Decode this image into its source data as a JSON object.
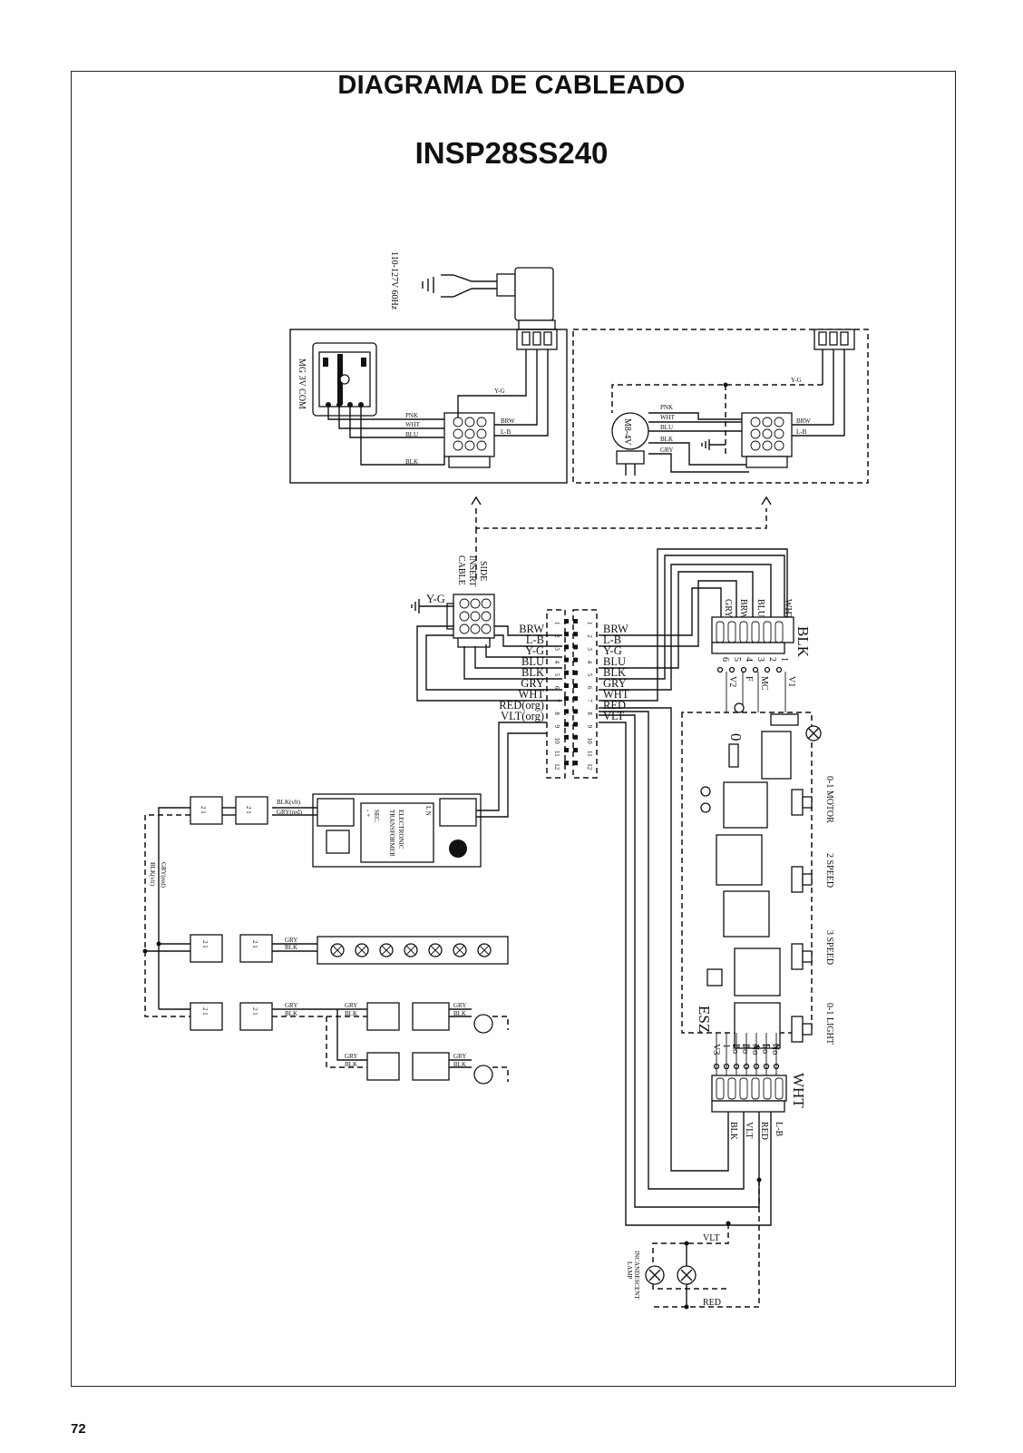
{
  "page": {
    "title": "DIAGRAMA DE CABLEADO",
    "model": "INSP28SS240",
    "page_number": "72"
  },
  "power": {
    "supply": "110-127V 60Hz",
    "ground_wire": "Y-G"
  },
  "motor_left": {
    "label": "MG 3V COM",
    "wires": [
      "PNK",
      "WHT",
      "BLU",
      "BLK"
    ],
    "out_wires": [
      "BRW",
      "L-B"
    ]
  },
  "motor_right": {
    "label": "M8-4V",
    "wires": [
      "PNK",
      "WHT",
      "BLU",
      "BLK",
      "GRY"
    ],
    "out_wires": [
      "BRW",
      "L-B"
    ],
    "ground": "Y-G"
  },
  "side_cable": {
    "line1": "SIDE",
    "line2": "INSERT",
    "line3": "CABLE",
    "ground": "Y-G"
  },
  "terminal_block": {
    "left_labels": [
      "BRW",
      "L-B",
      "Y-G",
      "BLU",
      "BLK",
      "GRY",
      "WHT",
      "RED(org)",
      "VLT(org)"
    ],
    "right_labels": [
      "BRW",
      "L-B",
      "Y-G",
      "BLU",
      "BLK",
      "GRY",
      "WHT",
      "RED",
      "VLT"
    ],
    "numbers": [
      "1",
      "2",
      "3",
      "4",
      "5",
      "6",
      "7",
      "8",
      "9",
      "10",
      "11",
      "12"
    ]
  },
  "blk_connector": {
    "label": "BLK",
    "top_wires": [
      "GRY",
      "BRW",
      "BLU",
      "WHT"
    ],
    "pins": [
      "6",
      "5",
      "4",
      "3",
      "2",
      "1"
    ],
    "pin_labels": [
      "V2",
      "F",
      "MC",
      "V1"
    ]
  },
  "wht_connector": {
    "label": "WHT",
    "pins": [
      "V3",
      "1",
      "2",
      "3",
      "4",
      "5",
      "6"
    ],
    "pin_labels": [
      "Lo",
      "Lo",
      "No",
      "Lo",
      "No"
    ],
    "bottom_wires": [
      "BLK",
      "VLT",
      "RED",
      "L-B"
    ]
  },
  "control_board": {
    "label": "ESZ",
    "switches": [
      "0-1 MOTOR",
      "2 SPEED",
      "3 SPEED",
      "0-1 LIGHT"
    ]
  },
  "transformer": {
    "label1": "ELECTRONIC",
    "label2": "TRANSFORMER",
    "sec": "SEC.",
    "plus_minus": "- +",
    "ln": "L N"
  },
  "led_wiring": {
    "blk_vlt": "BLK(vlt)",
    "gry_red": "GRY(red)",
    "gry": "GRY",
    "blk": "BLK",
    "pins": "2 1",
    "vert1": "GRY(red)",
    "vert2": "BLK(vlt)"
  },
  "lamps": {
    "vlt": "VLT",
    "red": "RED",
    "label1": "INCANDESCENT",
    "label2": "LAMP"
  }
}
